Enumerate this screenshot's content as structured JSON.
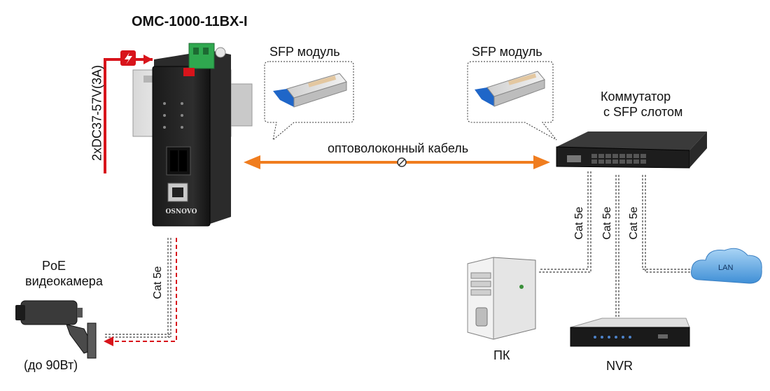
{
  "device_title": "OMC-1000-11BX-I",
  "power_label": "2xDC37-57V(3A)",
  "sfp_label_left": "SFP модуль",
  "sfp_label_right": "SFP модуль",
  "switch_label_line1": "Коммутатор",
  "switch_label_line2": "с SFP слотом",
  "fiber_label": "оптоволоконный кабель",
  "camera_label_line1": "PoE",
  "camera_label_line2": "видеокамера",
  "camera_power_note": "(до 90Вт)",
  "cable_labels": [
    "Cat 5e",
    "Cat 5e",
    "Cat 5e",
    "Cat 5e"
  ],
  "pc_label": "ПК",
  "nvr_label": "NVR",
  "lan_label": "LAN",
  "colors": {
    "power": "#d8141b",
    "fiber": "#f07d1f",
    "poe": "#d8141b",
    "cloud": "#5aa9e6"
  }
}
